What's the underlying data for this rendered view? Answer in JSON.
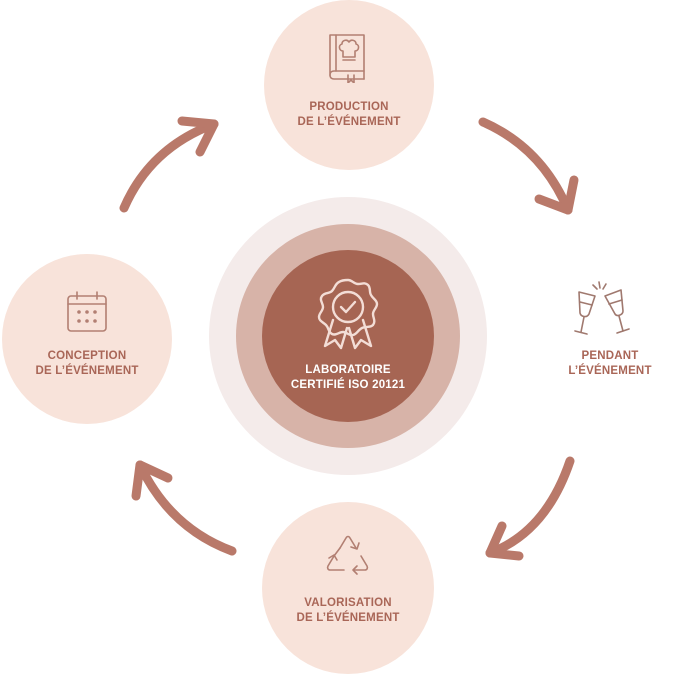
{
  "center": {
    "line1": "LABORATOIRE",
    "line2": "CERTIFIÉ  ISO 20121",
    "icon": "certified-badge-icon"
  },
  "nodes": {
    "production": {
      "line1": "PRODUCTION",
      "line2": "DE L’ÉVÉNEMENT",
      "icon": "chef-book-icon"
    },
    "pendant": {
      "line1": "PENDANT",
      "line2": "L’ÉVÉNEMENT",
      "icon": "champagne-toast-icon"
    },
    "valorisation": {
      "line1": "VALORISATION",
      "line2": "DE L’ÉVÉNEMENT",
      "icon": "recycle-icon"
    },
    "conception": {
      "line1": "CONCEPTION",
      "line2": "DE L’ÉVÉNEMENT",
      "icon": "calendar-icon"
    }
  },
  "colors": {
    "accent": "#a66553",
    "arrow": "#b9796a",
    "node_fill": "#f8e3da",
    "halo_outer": "#f4ebea",
    "halo_mid": "#d7b3a8",
    "label_text": "#a96657",
    "icon_stroke": "#b27f72"
  }
}
